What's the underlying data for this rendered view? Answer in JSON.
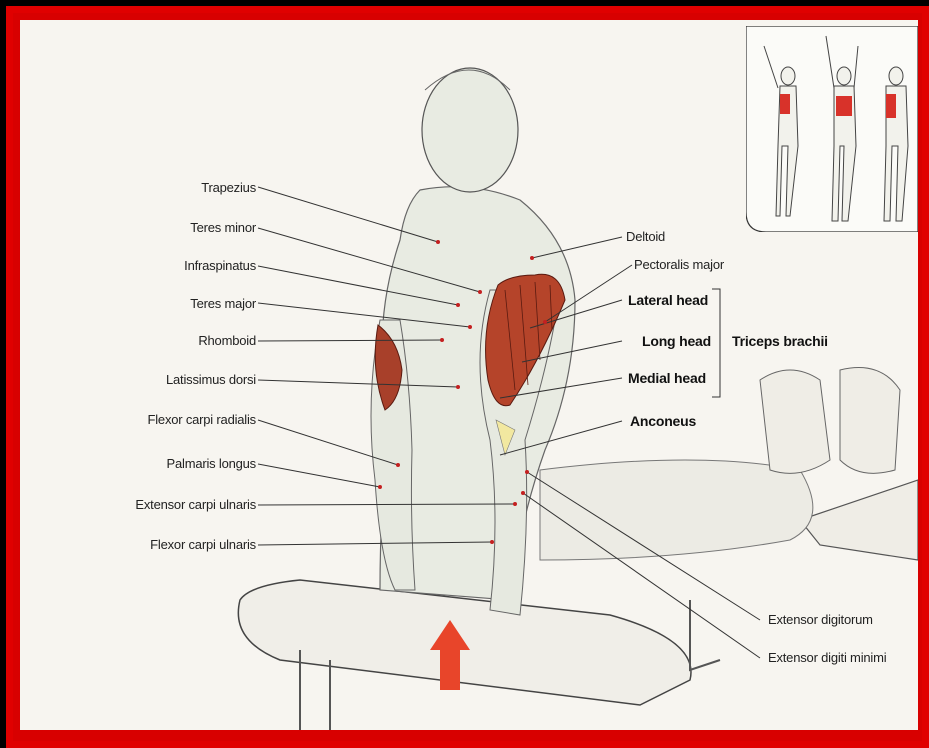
{
  "labels_left": [
    "Trapezius",
    "Teres minor",
    "Infraspinatus",
    "Teres major",
    "Rhomboid",
    "Latissimus dorsi",
    "Flexor carpi radialis",
    "Palmaris longus",
    "Extensor carpi ulnaris",
    "Flexor carpi ulnaris"
  ],
  "labels_right": [
    "Deltoid",
    "Pectoralis major"
  ],
  "triceps_heads": [
    "Lateral head",
    "Long head",
    "Medial head"
  ],
  "triceps_group": "Triceps brachii",
  "anconeus": "Anconeus",
  "labels_bottom_right": [
    "Extensor digitorum",
    "Extensor digiti minimi"
  ],
  "colors": {
    "border": "#e00000",
    "muscle_highlight": "#b5442a",
    "arrow": "#e8452a",
    "line": "#333333"
  }
}
